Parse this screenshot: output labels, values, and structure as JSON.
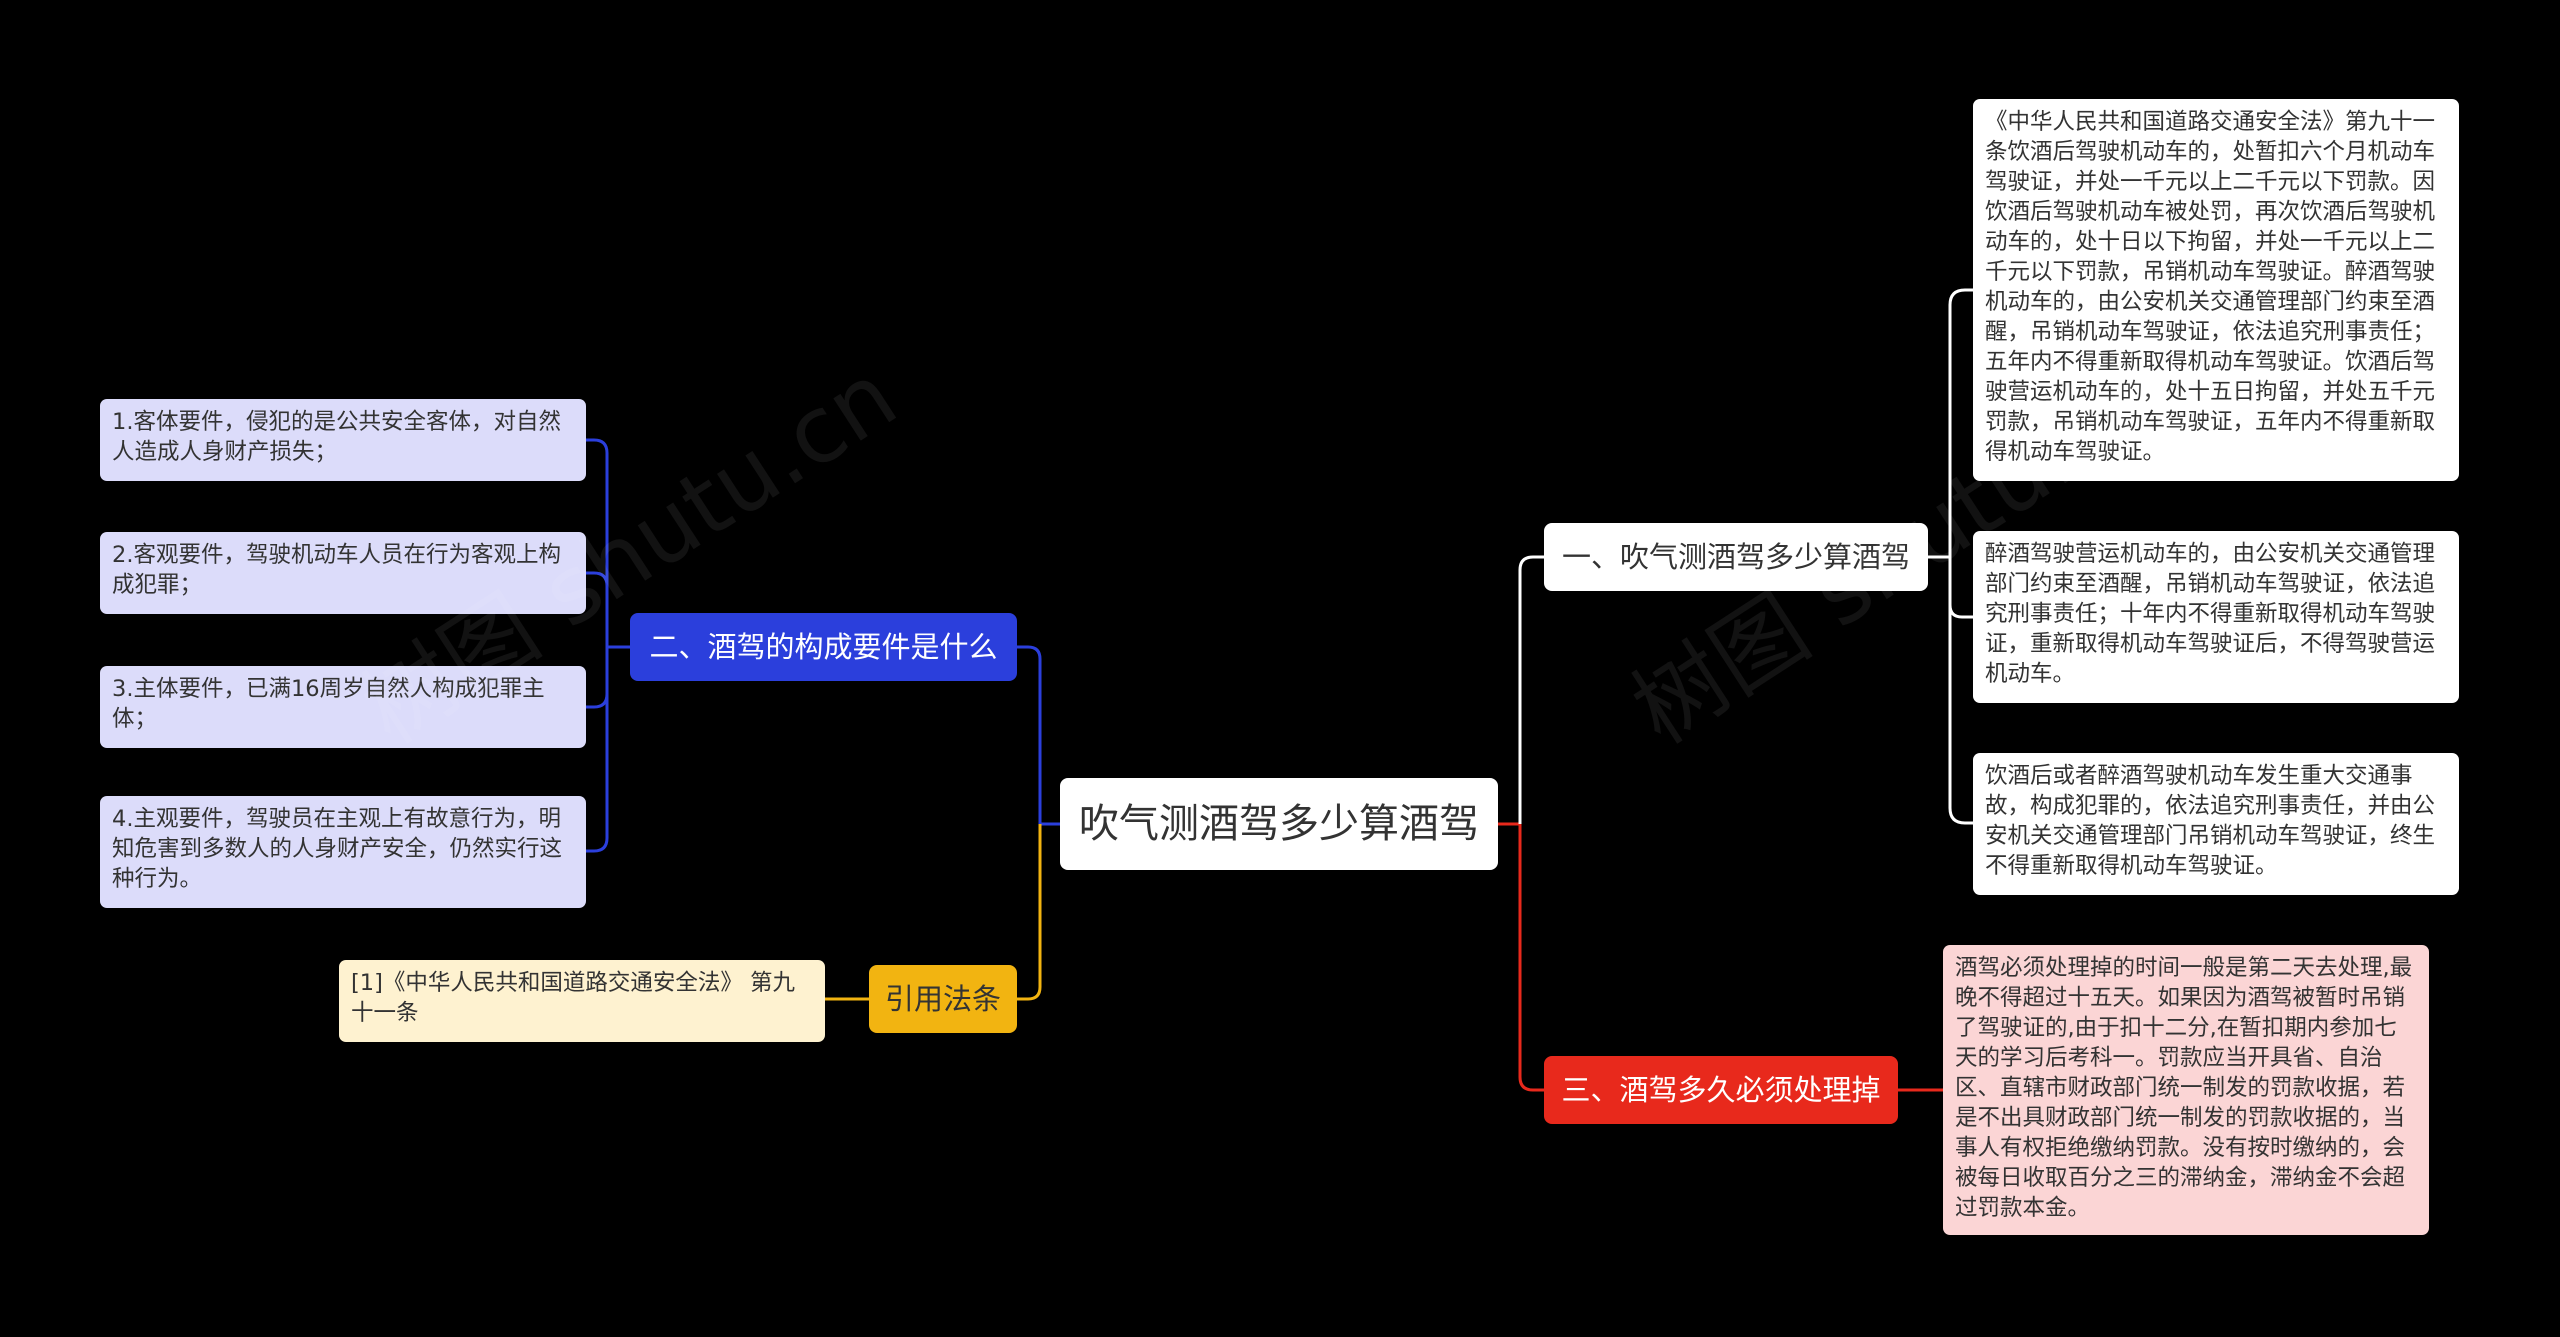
{
  "colors": {
    "background": "#000000",
    "blue": "#2b3fdc",
    "red": "#e8291c",
    "yellow": "#f2b411",
    "white": "#ffffff",
    "lavender": "#dcdcfa",
    "pink": "#fbd5d5",
    "cream": "#fef2d0"
  },
  "root": {
    "label": "吹气测酒驾多少算酒驾"
  },
  "branches": {
    "b1": {
      "label": "一、吹气测酒驾多少算酒驾",
      "leaves": [
        "《中华人民共和国道路交通安全法》第九十一条饮酒后驾驶机动车的，处暂扣六个月机动车驾驶证，并处一千元以上二千元以下罚款。因饮酒后驾驶机动车被处罚，再次饮酒后驾驶机动车的，处十日以下拘留，并处一千元以上二千元以下罚款，吊销机动车驾驶证。醉酒驾驶机动车的，由公安机关交通管理部门约束至酒醒，吊销机动车驾驶证，依法追究刑事责任；五年内不得重新取得机动车驾驶证。饮酒后驾驶营运机动车的，处十五日拘留，并处五千元罚款，吊销机动车驾驶证，五年内不得重新取得机动车驾驶证。",
        "醉酒驾驶营运机动车的，由公安机关交通管理部门约束至酒醒，吊销机动车驾驶证，依法追究刑事责任；十年内不得重新取得机动车驾驶证，重新取得机动车驾驶证后，不得驾驶营运机动车。",
        "饮酒后或者醉酒驾驶机动车发生重大交通事故，构成犯罪的，依法追究刑事责任，并由公安机关交通管理部门吊销机动车驾驶证，终生不得重新取得机动车驾驶证。"
      ]
    },
    "b2": {
      "label": "二、酒驾的构成要件是什么",
      "leaves": [
        "1.客体要件，侵犯的是公共安全客体，对自然人造成人身财产损失；",
        "2.客观要件，驾驶机动车人员在行为客观上构成犯罪；",
        "3.主体要件，已满16周岁自然人构成犯罪主体；",
        "4.主观要件，驾驶员在主观上有故意行为，明知危害到多数人的人身财产安全，仍然实行这种行为。"
      ]
    },
    "b3": {
      "label": "三、酒驾多久必须处理掉",
      "leaves": [
        "酒驾必须处理掉的时间一般是第二天去处理,最晚不得超过十五天。如果因为酒驾被暂时吊销了驾驶证的,由于扣十二分,在暂扣期内参加七天的学习后考科一。罚款应当开具省、自治区、直辖市财政部门统一制发的罚款收据，若是不出具财政部门统一制发的罚款收据的，当事人有权拒绝缴纳罚款。没有按时缴纳的，会被每日收取百分之三的滞纳金，滞纳金不会超过罚款本金。"
      ]
    },
    "b4": {
      "label": "引用法条",
      "leaves": [
        "[1]《中华人民共和国道路交通安全法》 第九十一条"
      ]
    }
  },
  "watermarks": [
    "树图 shutu.cn",
    "树图 shutu.cn"
  ]
}
